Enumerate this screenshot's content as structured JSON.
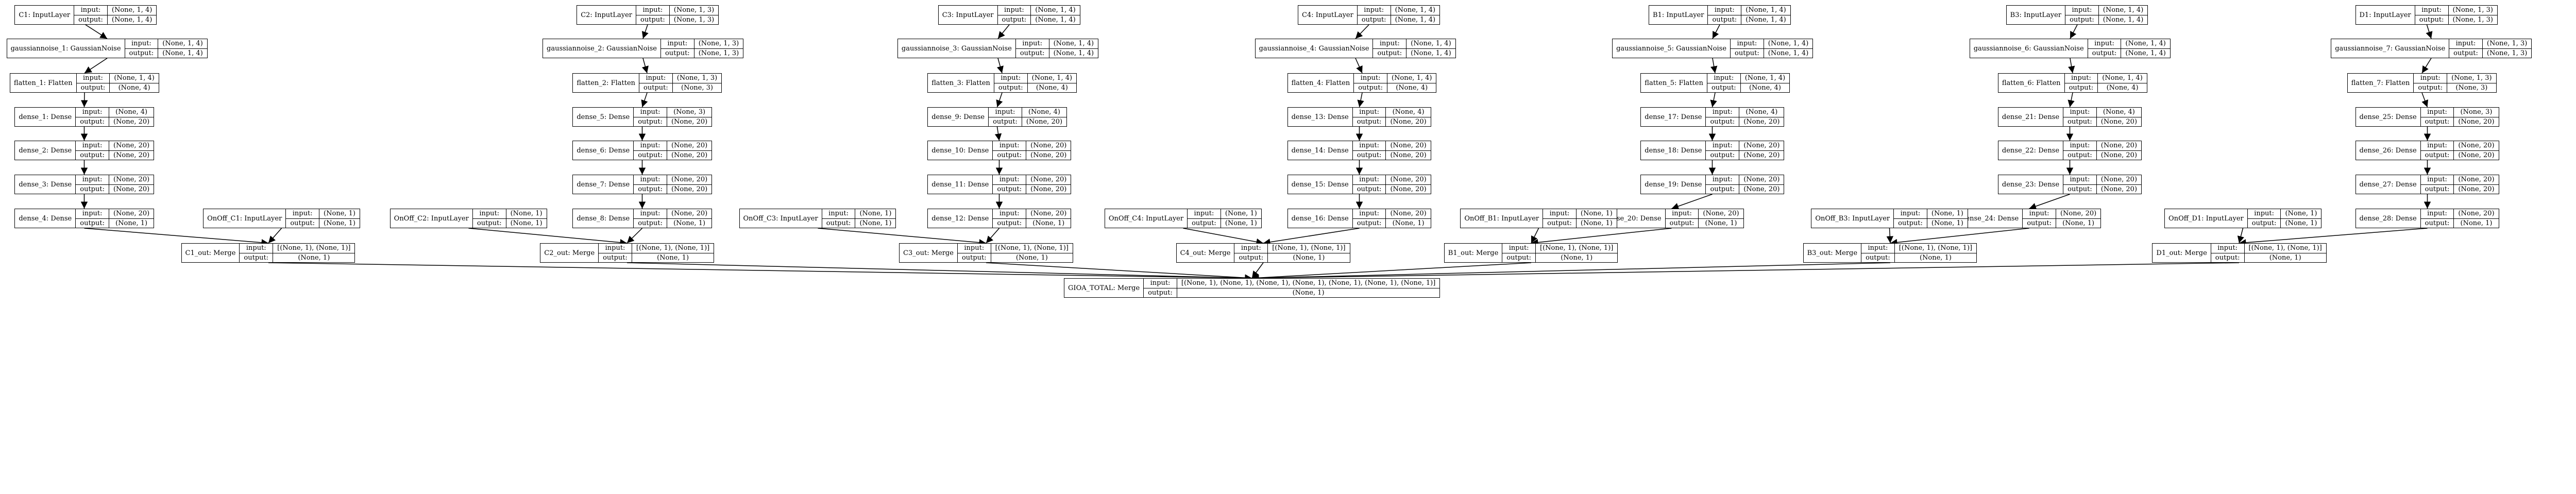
{
  "labels": {
    "input": "input:",
    "output": "output:"
  },
  "nodes": [
    {
      "id": "C1",
      "name": "C1: InputLayer",
      "input": "(None, 1, 4)",
      "output": "(None, 1, 4)"
    },
    {
      "id": "gn1",
      "name": "gaussiannoise_1: GaussianNoise",
      "input": "(None, 1, 4)",
      "output": "(None, 1, 4)"
    },
    {
      "id": "fl1",
      "name": "flatten_1: Flatten",
      "input": "(None, 1, 4)",
      "output": "(None, 4)"
    },
    {
      "id": "d1",
      "name": "dense_1: Dense",
      "input": "(None, 4)",
      "output": "(None, 20)"
    },
    {
      "id": "d2",
      "name": "dense_2: Dense",
      "input": "(None, 20)",
      "output": "(None, 20)"
    },
    {
      "id": "d3",
      "name": "dense_3: Dense",
      "input": "(None, 20)",
      "output": "(None, 20)"
    },
    {
      "id": "d4",
      "name": "dense_4: Dense",
      "input": "(None, 20)",
      "output": "(None, 1)"
    },
    {
      "id": "ooC1",
      "name": "OnOff_C1: InputLayer",
      "input": "(None, 1)",
      "output": "(None, 1)"
    },
    {
      "id": "mC1",
      "name": "C1_out: Merge",
      "input": "[(None, 1), (None, 1)]",
      "output": "(None, 1)"
    },
    {
      "id": "C2",
      "name": "C2: InputLayer",
      "input": "(None, 1, 3)",
      "output": "(None, 1, 3)"
    },
    {
      "id": "gn2",
      "name": "gaussiannoise_2: GaussianNoise",
      "input": "(None, 1, 3)",
      "output": "(None, 1, 3)"
    },
    {
      "id": "fl2",
      "name": "flatten_2: Flatten",
      "input": "(None, 1, 3)",
      "output": "(None, 3)"
    },
    {
      "id": "d5",
      "name": "dense_5: Dense",
      "input": "(None, 3)",
      "output": "(None, 20)"
    },
    {
      "id": "d6",
      "name": "dense_6: Dense",
      "input": "(None, 20)",
      "output": "(None, 20)"
    },
    {
      "id": "d7",
      "name": "dense_7: Dense",
      "input": "(None, 20)",
      "output": "(None, 20)"
    },
    {
      "id": "d8",
      "name": "dense_8: Dense",
      "input": "(None, 20)",
      "output": "(None, 1)"
    },
    {
      "id": "ooC2",
      "name": "OnOff_C2: InputLayer",
      "input": "(None, 1)",
      "output": "(None, 1)"
    },
    {
      "id": "mC2",
      "name": "C2_out: Merge",
      "input": "[(None, 1), (None, 1)]",
      "output": "(None, 1)"
    },
    {
      "id": "C3",
      "name": "C3: InputLayer",
      "input": "(None, 1, 4)",
      "output": "(None, 1, 4)"
    },
    {
      "id": "gn3",
      "name": "gaussiannoise_3: GaussianNoise",
      "input": "(None, 1, 4)",
      "output": "(None, 1, 4)"
    },
    {
      "id": "fl3",
      "name": "flatten_3: Flatten",
      "input": "(None, 1, 4)",
      "output": "(None, 4)"
    },
    {
      "id": "d9",
      "name": "dense_9: Dense",
      "input": "(None, 4)",
      "output": "(None, 20)"
    },
    {
      "id": "d10",
      "name": "dense_10: Dense",
      "input": "(None, 20)",
      "output": "(None, 20)"
    },
    {
      "id": "d11",
      "name": "dense_11: Dense",
      "input": "(None, 20)",
      "output": "(None, 20)"
    },
    {
      "id": "d12",
      "name": "dense_12: Dense",
      "input": "(None, 20)",
      "output": "(None, 1)"
    },
    {
      "id": "ooC3",
      "name": "OnOff_C3: InputLayer",
      "input": "(None, 1)",
      "output": "(None, 1)"
    },
    {
      "id": "mC3",
      "name": "C3_out: Merge",
      "input": "[(None, 1), (None, 1)]",
      "output": "(None, 1)"
    },
    {
      "id": "C4",
      "name": "C4: InputLayer",
      "input": "(None, 1, 4)",
      "output": "(None, 1, 4)"
    },
    {
      "id": "gn4",
      "name": "gaussiannoise_4: GaussianNoise",
      "input": "(None, 1, 4)",
      "output": "(None, 1, 4)"
    },
    {
      "id": "fl4",
      "name": "flatten_4: Flatten",
      "input": "(None, 1, 4)",
      "output": "(None, 4)"
    },
    {
      "id": "d13",
      "name": "dense_13: Dense",
      "input": "(None, 4)",
      "output": "(None, 20)"
    },
    {
      "id": "d14",
      "name": "dense_14: Dense",
      "input": "(None, 20)",
      "output": "(None, 20)"
    },
    {
      "id": "d15",
      "name": "dense_15: Dense",
      "input": "(None, 20)",
      "output": "(None, 20)"
    },
    {
      "id": "d16",
      "name": "dense_16: Dense",
      "input": "(None, 20)",
      "output": "(None, 1)"
    },
    {
      "id": "ooC4",
      "name": "OnOff_C4: InputLayer",
      "input": "(None, 1)",
      "output": "(None, 1)"
    },
    {
      "id": "mC4",
      "name": "C4_out: Merge",
      "input": "[(None, 1), (None, 1)]",
      "output": "(None, 1)"
    },
    {
      "id": "B1",
      "name": "B1: InputLayer",
      "input": "(None, 1, 4)",
      "output": "(None, 1, 4)"
    },
    {
      "id": "gn5",
      "name": "gaussiannoise_5: GaussianNoise",
      "input": "(None, 1, 4)",
      "output": "(None, 1, 4)"
    },
    {
      "id": "fl5",
      "name": "flatten_5: Flatten",
      "input": "(None, 1, 4)",
      "output": "(None, 4)"
    },
    {
      "id": "d17",
      "name": "dense_17: Dense",
      "input": "(None, 4)",
      "output": "(None, 20)"
    },
    {
      "id": "d18",
      "name": "dense_18: Dense",
      "input": "(None, 20)",
      "output": "(None, 20)"
    },
    {
      "id": "d19",
      "name": "dense_19: Dense",
      "input": "(None, 20)",
      "output": "(None, 20)"
    },
    {
      "id": "d20",
      "name": "dense_20: Dense",
      "input": "(None, 20)",
      "output": "(None, 1)"
    },
    {
      "id": "ooB1",
      "name": "OnOff_B1: InputLayer",
      "input": "(None, 1)",
      "output": "(None, 1)"
    },
    {
      "id": "mB1",
      "name": "B1_out: Merge",
      "input": "[(None, 1), (None, 1)]",
      "output": "(None, 1)"
    },
    {
      "id": "B3",
      "name": "B3: InputLayer",
      "input": "(None, 1, 4)",
      "output": "(None, 1, 4)"
    },
    {
      "id": "gn6",
      "name": "gaussiannoise_6: GaussianNoise",
      "input": "(None, 1, 4)",
      "output": "(None, 1, 4)"
    },
    {
      "id": "fl6",
      "name": "flatten_6: Flatten",
      "input": "(None, 1, 4)",
      "output": "(None, 4)"
    },
    {
      "id": "d21",
      "name": "dense_21: Dense",
      "input": "(None, 4)",
      "output": "(None, 20)"
    },
    {
      "id": "d22",
      "name": "dense_22: Dense",
      "input": "(None, 20)",
      "output": "(None, 20)"
    },
    {
      "id": "d23",
      "name": "dense_23: Dense",
      "input": "(None, 20)",
      "output": "(None, 20)"
    },
    {
      "id": "d24",
      "name": "dense_24: Dense",
      "input": "(None, 20)",
      "output": "(None, 1)"
    },
    {
      "id": "ooB3",
      "name": "OnOff_B3: InputLayer",
      "input": "(None, 1)",
      "output": "(None, 1)"
    },
    {
      "id": "mB3",
      "name": "B3_out: Merge",
      "input": "[(None, 1), (None, 1)]",
      "output": "(None, 1)"
    },
    {
      "id": "D1",
      "name": "D1: InputLayer",
      "input": "(None, 1, 3)",
      "output": "(None, 1, 3)"
    },
    {
      "id": "gn7",
      "name": "gaussiannoise_7: GaussianNoise",
      "input": "(None, 1, 3)",
      "output": "(None, 1, 3)"
    },
    {
      "id": "fl7",
      "name": "flatten_7: Flatten",
      "input": "(None, 1, 3)",
      "output": "(None, 3)"
    },
    {
      "id": "d25",
      "name": "dense_25: Dense",
      "input": "(None, 3)",
      "output": "(None, 20)"
    },
    {
      "id": "d26",
      "name": "dense_26: Dense",
      "input": "(None, 20)",
      "output": "(None, 20)"
    },
    {
      "id": "d27",
      "name": "dense_27: Dense",
      "input": "(None, 20)",
      "output": "(None, 20)"
    },
    {
      "id": "d28",
      "name": "dense_28: Dense",
      "input": "(None, 20)",
      "output": "(None, 1)"
    },
    {
      "id": "ooD1",
      "name": "OnOff_D1: InputLayer",
      "input": "(None, 1)",
      "output": "(None, 1)"
    },
    {
      "id": "mD1",
      "name": "D1_out: Merge",
      "input": "[(None, 1), (None, 1)]",
      "output": "(None, 1)"
    },
    {
      "id": "total",
      "name": "GIOA_TOTAL: Merge",
      "input": "[(None, 1), (None, 1), (None, 1), (None, 1), (None, 1), (None, 1), (None, 1)]",
      "output": "(None, 1)"
    }
  ],
  "edges": [
    [
      "C1",
      "gn1"
    ],
    [
      "gn1",
      "fl1"
    ],
    [
      "fl1",
      "d1"
    ],
    [
      "d1",
      "d2"
    ],
    [
      "d2",
      "d3"
    ],
    [
      "d3",
      "d4"
    ],
    [
      "d4",
      "mC1"
    ],
    [
      "ooC1",
      "mC1"
    ],
    [
      "C2",
      "gn2"
    ],
    [
      "gn2",
      "fl2"
    ],
    [
      "fl2",
      "d5"
    ],
    [
      "d5",
      "d6"
    ],
    [
      "d6",
      "d7"
    ],
    [
      "d7",
      "d8"
    ],
    [
      "d8",
      "mC2"
    ],
    [
      "ooC2",
      "mC2"
    ],
    [
      "C3",
      "gn3"
    ],
    [
      "gn3",
      "fl3"
    ],
    [
      "fl3",
      "d9"
    ],
    [
      "d9",
      "d10"
    ],
    [
      "d10",
      "d11"
    ],
    [
      "d11",
      "d12"
    ],
    [
      "d12",
      "mC3"
    ],
    [
      "ooC3",
      "mC3"
    ],
    [
      "C4",
      "gn4"
    ],
    [
      "gn4",
      "fl4"
    ],
    [
      "fl4",
      "d13"
    ],
    [
      "d13",
      "d14"
    ],
    [
      "d14",
      "d15"
    ],
    [
      "d15",
      "d16"
    ],
    [
      "d16",
      "mC4"
    ],
    [
      "ooC4",
      "mC4"
    ],
    [
      "B1",
      "gn5"
    ],
    [
      "gn5",
      "fl5"
    ],
    [
      "fl5",
      "d17"
    ],
    [
      "d17",
      "d18"
    ],
    [
      "d18",
      "d19"
    ],
    [
      "d19",
      "d20"
    ],
    [
      "d20",
      "mB1"
    ],
    [
      "ooB1",
      "mB1"
    ],
    [
      "B3",
      "gn6"
    ],
    [
      "gn6",
      "fl6"
    ],
    [
      "fl6",
      "d21"
    ],
    [
      "d21",
      "d22"
    ],
    [
      "d22",
      "d23"
    ],
    [
      "d23",
      "d24"
    ],
    [
      "d24",
      "mB3"
    ],
    [
      "ooB3",
      "mB3"
    ],
    [
      "D1",
      "gn7"
    ],
    [
      "gn7",
      "fl7"
    ],
    [
      "fl7",
      "d25"
    ],
    [
      "d25",
      "d26"
    ],
    [
      "d26",
      "d27"
    ],
    [
      "d27",
      "d28"
    ],
    [
      "d28",
      "mD1"
    ],
    [
      "ooD1",
      "mD1"
    ],
    [
      "mC1",
      "total"
    ],
    [
      "mC2",
      "total"
    ],
    [
      "mC3",
      "total"
    ],
    [
      "mC4",
      "total"
    ],
    [
      "mB1",
      "total"
    ],
    [
      "mB3",
      "total"
    ],
    [
      "mD1",
      "total"
    ]
  ]
}
